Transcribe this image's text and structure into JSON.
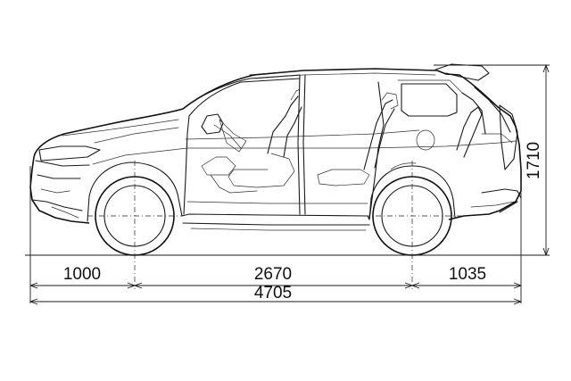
{
  "dimensions": {
    "front_overhang": "1000",
    "wheelbase": "2670",
    "rear_overhang": "1035",
    "overall_length": "4705",
    "overall_height": "1710"
  }
}
